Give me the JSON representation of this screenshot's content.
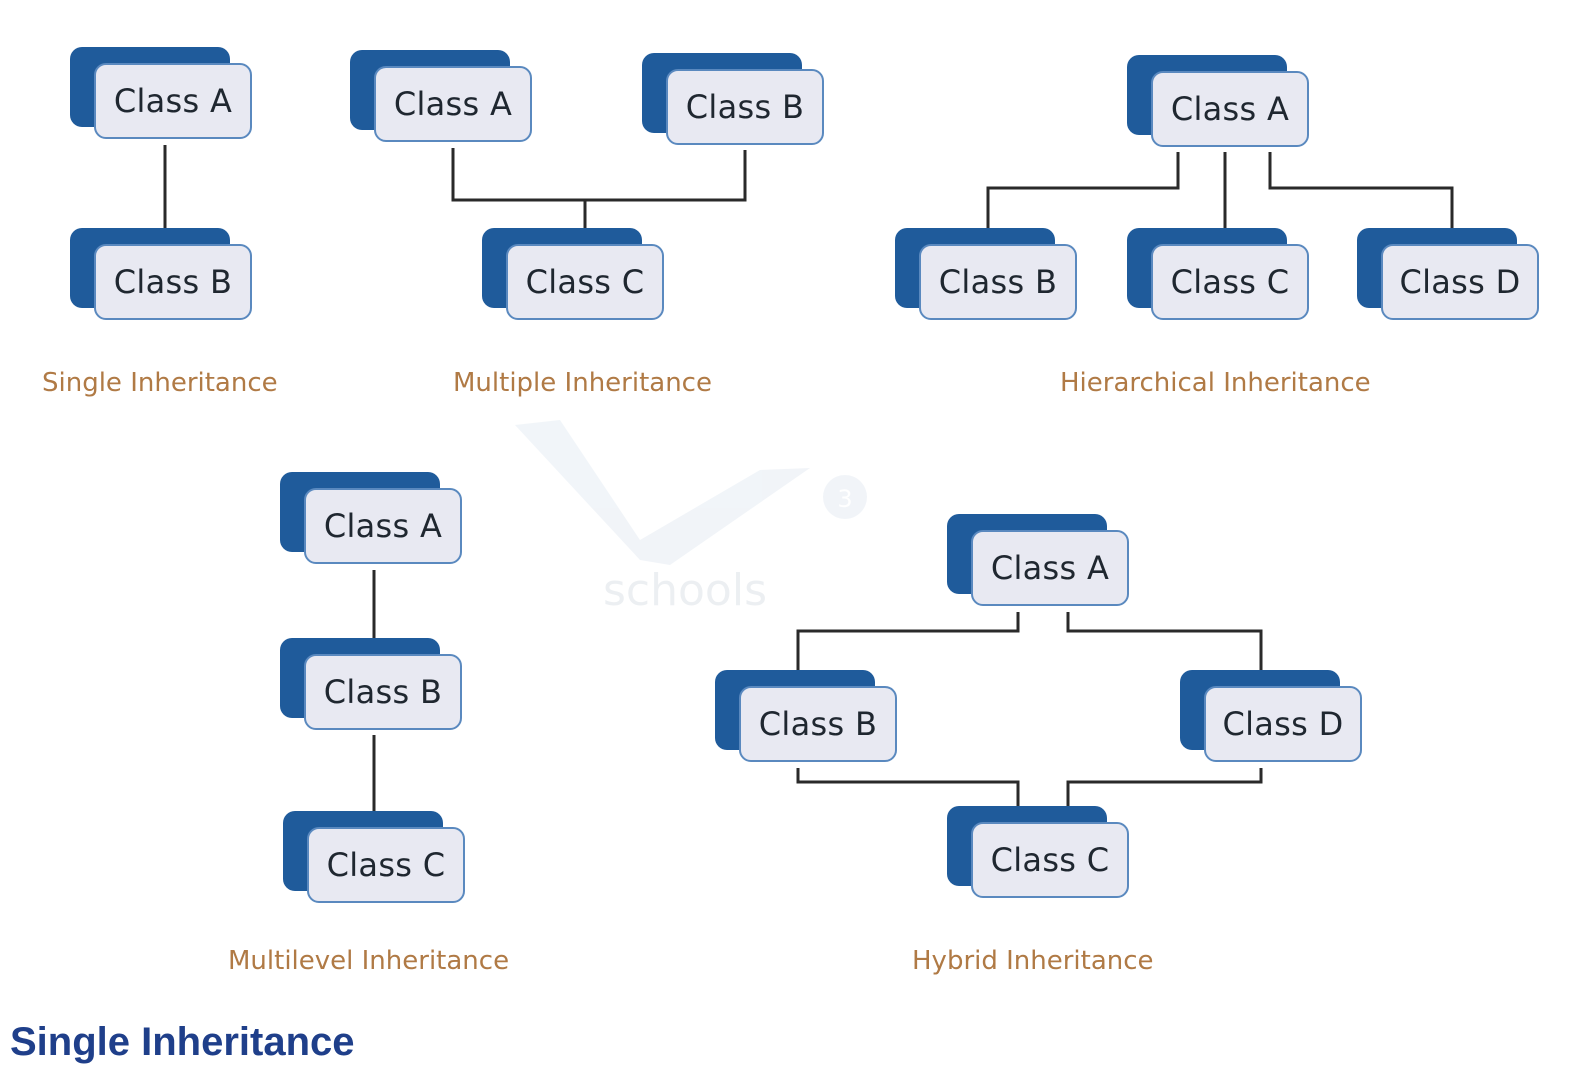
{
  "watermark": {
    "text": "schools",
    "mark": "3"
  },
  "colors": {
    "node_back": "#1f5b9b",
    "node_front": "#e8e9f2",
    "node_border": "#5a89bf",
    "connector": "#2a2a2a",
    "caption": "#b07a45",
    "heading": "#1f3f8a"
  },
  "diagrams": {
    "single": {
      "caption": "Single Inheritance",
      "nodes": {
        "a": "Class A",
        "b": "Class B"
      }
    },
    "multiple": {
      "caption": "Multiple Inheritance",
      "nodes": {
        "a": "Class A",
        "b": "Class B",
        "c": "Class C"
      }
    },
    "hierarchical": {
      "caption": "Hierarchical Inheritance",
      "nodes": {
        "a": "Class A",
        "b": "Class B",
        "c": "Class C",
        "d": "Class D"
      }
    },
    "multilevel": {
      "caption": "Multilevel Inheritance",
      "nodes": {
        "a": "Class A",
        "b": "Class B",
        "c": "Class C"
      }
    },
    "hybrid": {
      "caption": "Hybrid Inheritance",
      "nodes": {
        "a": "Class A",
        "b": "Class B",
        "c": "Class C",
        "d": "Class D"
      }
    }
  },
  "section_heading": "Single Inheritance"
}
